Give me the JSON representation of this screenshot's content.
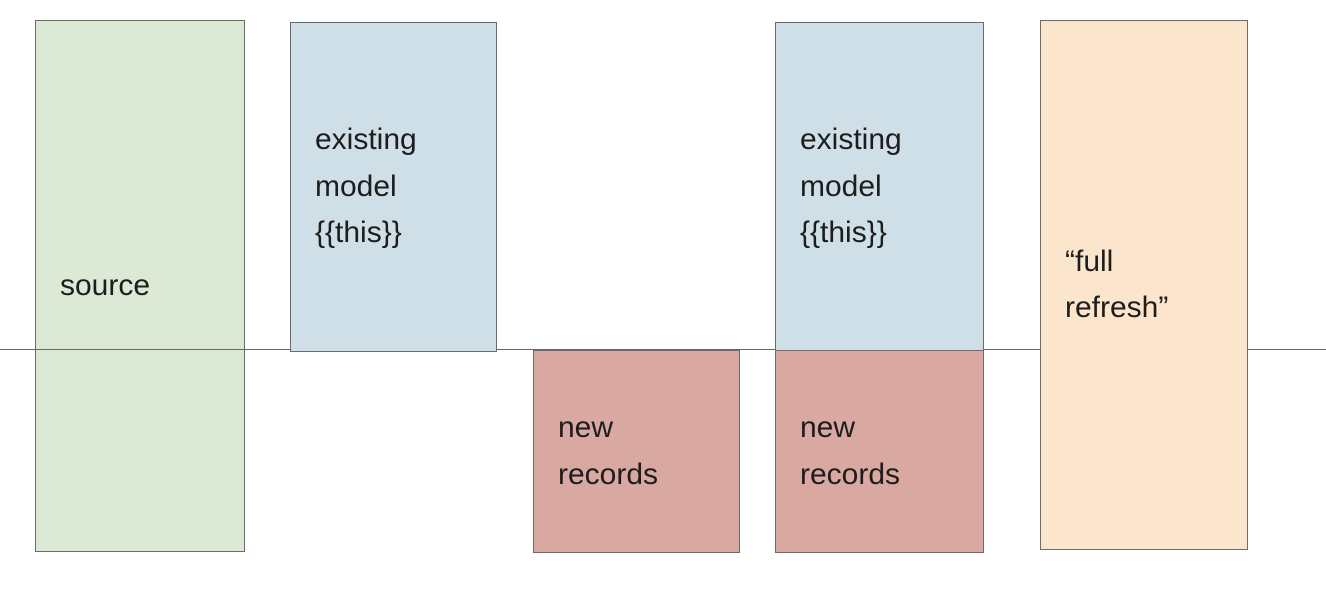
{
  "diagram": {
    "title": "incremental model materialization diagram",
    "timeline": {
      "color": "#666666"
    },
    "border_color": "#6b6b6b",
    "boxes": [
      {
        "id": "source",
        "label": "source",
        "color": "#dbe9d5"
      },
      {
        "id": "existing-model-1",
        "label": "existing\nmodel\n{{this}}",
        "color": "#cfdfe7"
      },
      {
        "id": "new-records-1",
        "label": "new\nrecords",
        "color": "#d9a8a0"
      },
      {
        "id": "existing-model-2",
        "label": "existing\nmodel\n{{this}}",
        "color": "#cfdfe7"
      },
      {
        "id": "new-records-2",
        "label": "new\nrecords",
        "color": "#d9a8a0"
      },
      {
        "id": "full-refresh",
        "label": "“full\nrefresh”",
        "color": "#fce5cd"
      }
    ]
  }
}
